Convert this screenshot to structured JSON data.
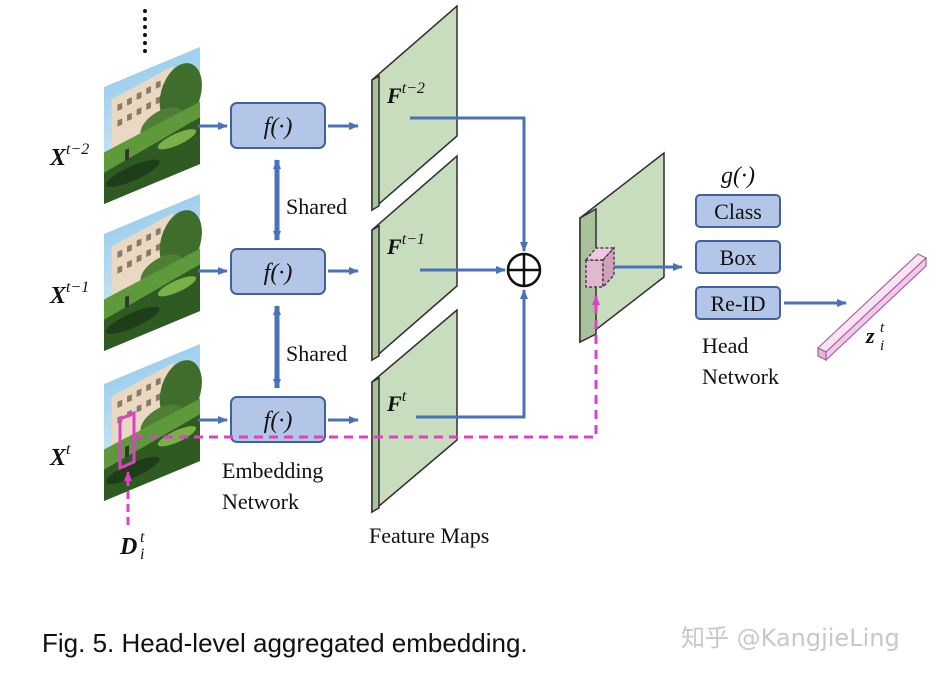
{
  "frames": [
    {
      "var": "X",
      "sup": "t−2"
    },
    {
      "var": "X",
      "sup": "t−1"
    },
    {
      "var": "X",
      "sup": "t"
    }
  ],
  "detection": {
    "var": "D",
    "sup": "t",
    "sub": "i"
  },
  "embedding_fn": "f(·)",
  "shared_label": "Shared",
  "embedding_network_lines": [
    "Embedding",
    "Network"
  ],
  "feature_maps": [
    {
      "var": "F",
      "sup": "t−2"
    },
    {
      "var": "F",
      "sup": "t−1"
    },
    {
      "var": "F",
      "sup": "t"
    }
  ],
  "feature_maps_label": "Feature Maps",
  "aggregation_symbol": "⊕",
  "head_fn": "g(·)",
  "heads": [
    "Class",
    "Box",
    "Re-ID"
  ],
  "head_network_lines": [
    "Head",
    "Network"
  ],
  "output_embedding": {
    "var": "z",
    "sup": "t",
    "sub": "i"
  },
  "caption": "Fig. 5. Head-level aggregated embedding.",
  "watermark": "知乎 @KangjieLing",
  "colors": {
    "arrow_blue": "#4a72b8",
    "box_fill": "#b4c6e7",
    "box_stroke": "#41619c",
    "feature_fill": "#c8dcbe",
    "feature_stroke": "#2f2f2f",
    "dashed_magenta": "#e040c8",
    "embedding_fill": "#f6c6ee"
  }
}
